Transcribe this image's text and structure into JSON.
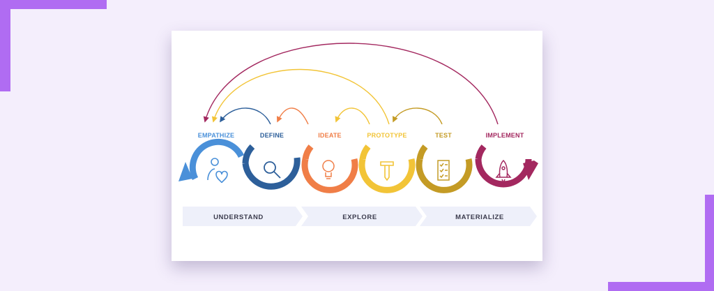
{
  "stages": [
    {
      "label": "EMPATHIZE",
      "color": "#4a90d9",
      "icon": "person-heart-icon"
    },
    {
      "label": "DEFINE",
      "color": "#2d5f9a",
      "icon": "magnifier-icon"
    },
    {
      "label": "IDEATE",
      "color": "#f07e47",
      "icon": "lightbulb-icon"
    },
    {
      "label": "PROTOTYPE",
      "color": "#f2c437",
      "icon": "tool-icon"
    },
    {
      "label": "TEST",
      "color": "#c49b25",
      "icon": "checklist-icon"
    },
    {
      "label": "IMPLEMENT",
      "color": "#a3285f",
      "icon": "rocket-icon"
    }
  ],
  "phases": [
    "UNDERSTAND",
    "EXPLORE",
    "MATERIALIZE"
  ],
  "colors": {
    "background": "#f4eefc",
    "accent": "#b06cf2",
    "phase_band": "#eef0fa",
    "phase_text": "#3b3b4d"
  }
}
